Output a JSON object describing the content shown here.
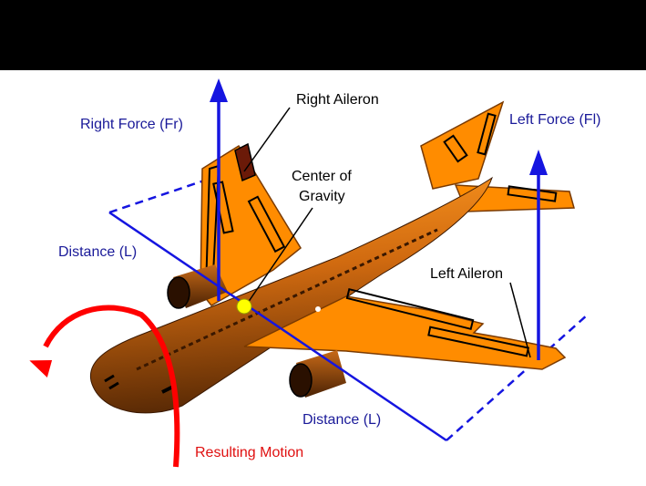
{
  "colors": {
    "header_band": "#000000",
    "airplane_body": "#ff8c00",
    "force_blue": "#1515e0",
    "motion_red": "#ff0000",
    "label_blue": "#1a1a99",
    "label_red": "#e01010"
  },
  "labels": {
    "right_aileron": "Right  Aileron",
    "right_force": "Right  Force  (Fr)",
    "left_force": "Left  Force  (Fl)",
    "center_of_gravity_line1": "Center  of",
    "center_of_gravity_line2": "Gravity",
    "distance_left": "Distance (L)",
    "left_aileron": "Left  Aileron",
    "distance_bottom": "Distance (L)",
    "resulting_motion": "Resulting  Motion"
  }
}
